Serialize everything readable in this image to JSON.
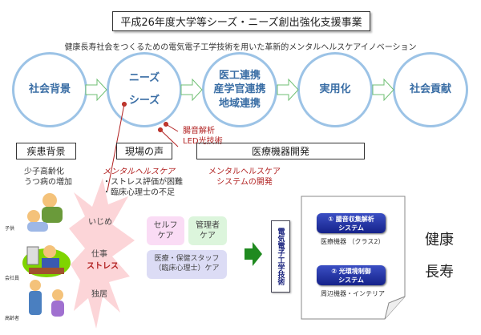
{
  "title": "平成26年度大学等シーズ・ニーズ創出強化支援事業",
  "subtitle": "健康長寿社会をつくるための電気電子工学技術を用いた革新的メンタルヘルスケアイノベーション",
  "circles": [
    {
      "label": "社会背景"
    },
    {
      "line1": "ニーズ",
      "line2": "シーズ"
    },
    {
      "line1": "医工連携",
      "line2": "産学官連携",
      "line3": "地域連携"
    },
    {
      "label": "実用化"
    },
    {
      "label": "社会貢献"
    }
  ],
  "seeds_notes": [
    "腸音解析",
    "LED光技術"
  ],
  "sections": {
    "disease": "疾患背景",
    "voice": "現場の声",
    "device": "医療機器開発"
  },
  "disease_text": [
    "少子高齢化",
    "うつ病の増加"
  ],
  "voice_text": {
    "heading": "メンタルヘルスケア",
    "items": [
      "・ストレス評価が困難",
      "・臨床心理士の不足"
    ]
  },
  "device_text": [
    "メンタルヘルスケア",
    "システムの開発"
  ],
  "people": [
    "子供",
    "会社員",
    "高齢者"
  ],
  "stress": {
    "top": "いじめ",
    "work": "仕事",
    "stress": "ストレス",
    "alone": "独居"
  },
  "care": {
    "self": [
      "セルフ",
      "ケア"
    ],
    "manager": [
      "管理者",
      "ケア"
    ],
    "staff": [
      "医療・保健スタッフ",
      "（臨床心理士）ケア"
    ]
  },
  "tech_label": "電気電子工学技術",
  "systems": [
    {
      "line1": "① 腸音収集解析",
      "line2": "システム",
      "note": "医療機器 （クラス2）"
    },
    {
      "line1": "② 光環境制御",
      "line2": "システム",
      "note": "周辺機器・インテリア"
    }
  ],
  "outcome": [
    "健康",
    "長寿"
  ]
}
